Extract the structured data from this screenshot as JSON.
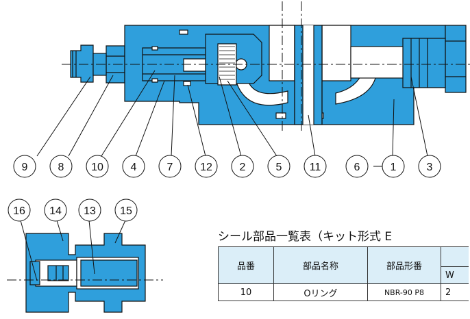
{
  "callouts_main": [
    "9",
    "8",
    "10",
    "4",
    "7",
    "12",
    "2",
    "5",
    "11",
    "6",
    "1",
    "3"
  ],
  "callouts_detail": [
    "16",
    "14",
    "13",
    "15"
  ],
  "seal_table": {
    "title": "シール部品一覧表（キット形式 E",
    "headers": {
      "part_no": "品番",
      "part_name": "部品名称",
      "part_model": "部品形番",
      "partial": "W"
    },
    "rows": [
      {
        "part_no": "10",
        "part_name": "Oリング",
        "part_model": "NBR-90 P8",
        "partial": "2"
      }
    ]
  },
  "colors": {
    "body": "#2f9fdc",
    "outline": "#111111",
    "highlight": "#ffffff",
    "table_header_bg": "#dbeef8"
  }
}
